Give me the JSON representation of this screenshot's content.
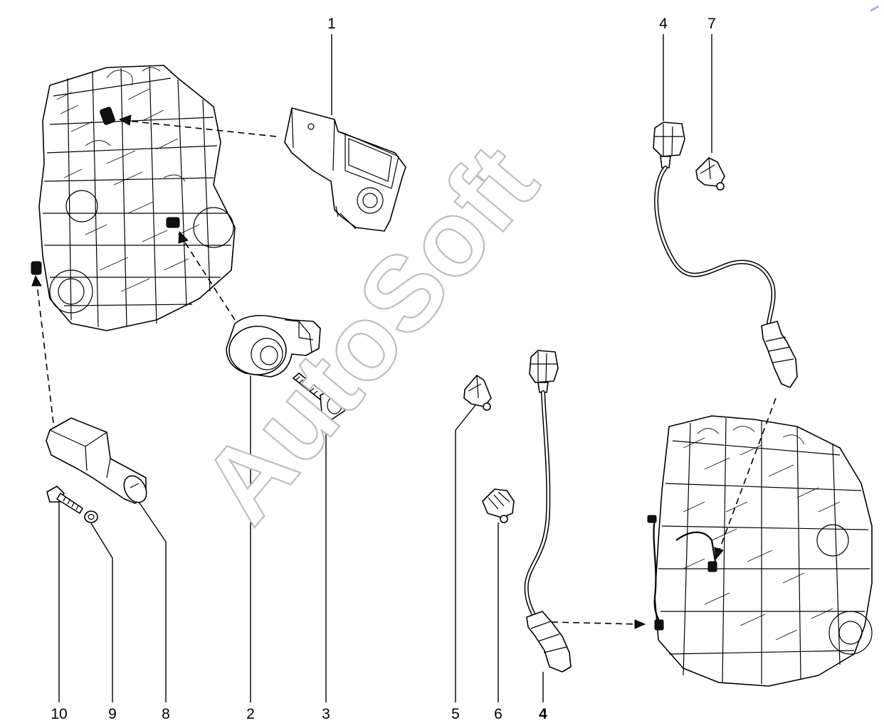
{
  "watermark": "AutoSoft",
  "corner_mark": "www",
  "callouts": [
    {
      "id": "c1",
      "label": "1"
    },
    {
      "id": "c4-top",
      "label": "4"
    },
    {
      "id": "c7",
      "label": "7"
    },
    {
      "id": "c10",
      "label": "10"
    },
    {
      "id": "c9",
      "label": "9"
    },
    {
      "id": "c8",
      "label": "8"
    },
    {
      "id": "c2",
      "label": "2"
    },
    {
      "id": "c3",
      "label": "3"
    },
    {
      "id": "c5",
      "label": "5"
    },
    {
      "id": "c6",
      "label": "6"
    },
    {
      "id": "c4-bottom",
      "label": "4"
    }
  ],
  "icons": [
    "engine-block-icon",
    "pressure-sensor-icon",
    "knock-sensor-icon",
    "bolt-icon",
    "speed-sensor-icon",
    "oxygen-sensor-icon",
    "clip-icon",
    "washer-icon"
  ],
  "colors": {
    "line": "#000000",
    "watermark_outline": "#bdbdbd",
    "background": "#ffffff"
  }
}
